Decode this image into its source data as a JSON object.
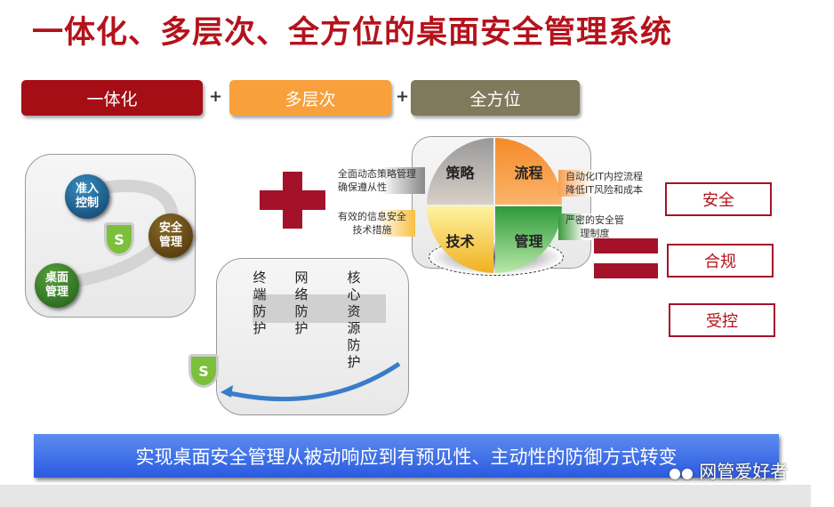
{
  "title": "一体化、多层次、全方位的桌面安全管理系统",
  "pills": [
    {
      "label": "一体化",
      "color": "#a50e14"
    },
    {
      "label": "多层次",
      "color": "#f7a03c"
    },
    {
      "label": "全方位",
      "color": "#7f7a5c"
    }
  ],
  "plus": "+",
  "left_panel": {
    "access": "准入控制",
    "security": "安全管理",
    "desktop": "桌面管理",
    "shield": "S"
  },
  "quadrants": {
    "strategy": "策略",
    "process": "流程",
    "tech": "技术",
    "mgmt": "管理"
  },
  "notes": {
    "strategy": "全面动态策略管理\n确保遵从性",
    "process": "自动化IT内控流程\n降低IT风险和成本",
    "tech": "有效的信息安全\n技术措施",
    "mgmt": "严密的安全管\n理制度"
  },
  "results": [
    "安全",
    "合规",
    "受控"
  ],
  "protection": [
    "终端防护",
    "网络防护",
    "核心资源防护"
  ],
  "banner": "实现桌面安全管理从被动响应到有预见性、主动性的防御方式转变",
  "watermark": "网管爱好者"
}
